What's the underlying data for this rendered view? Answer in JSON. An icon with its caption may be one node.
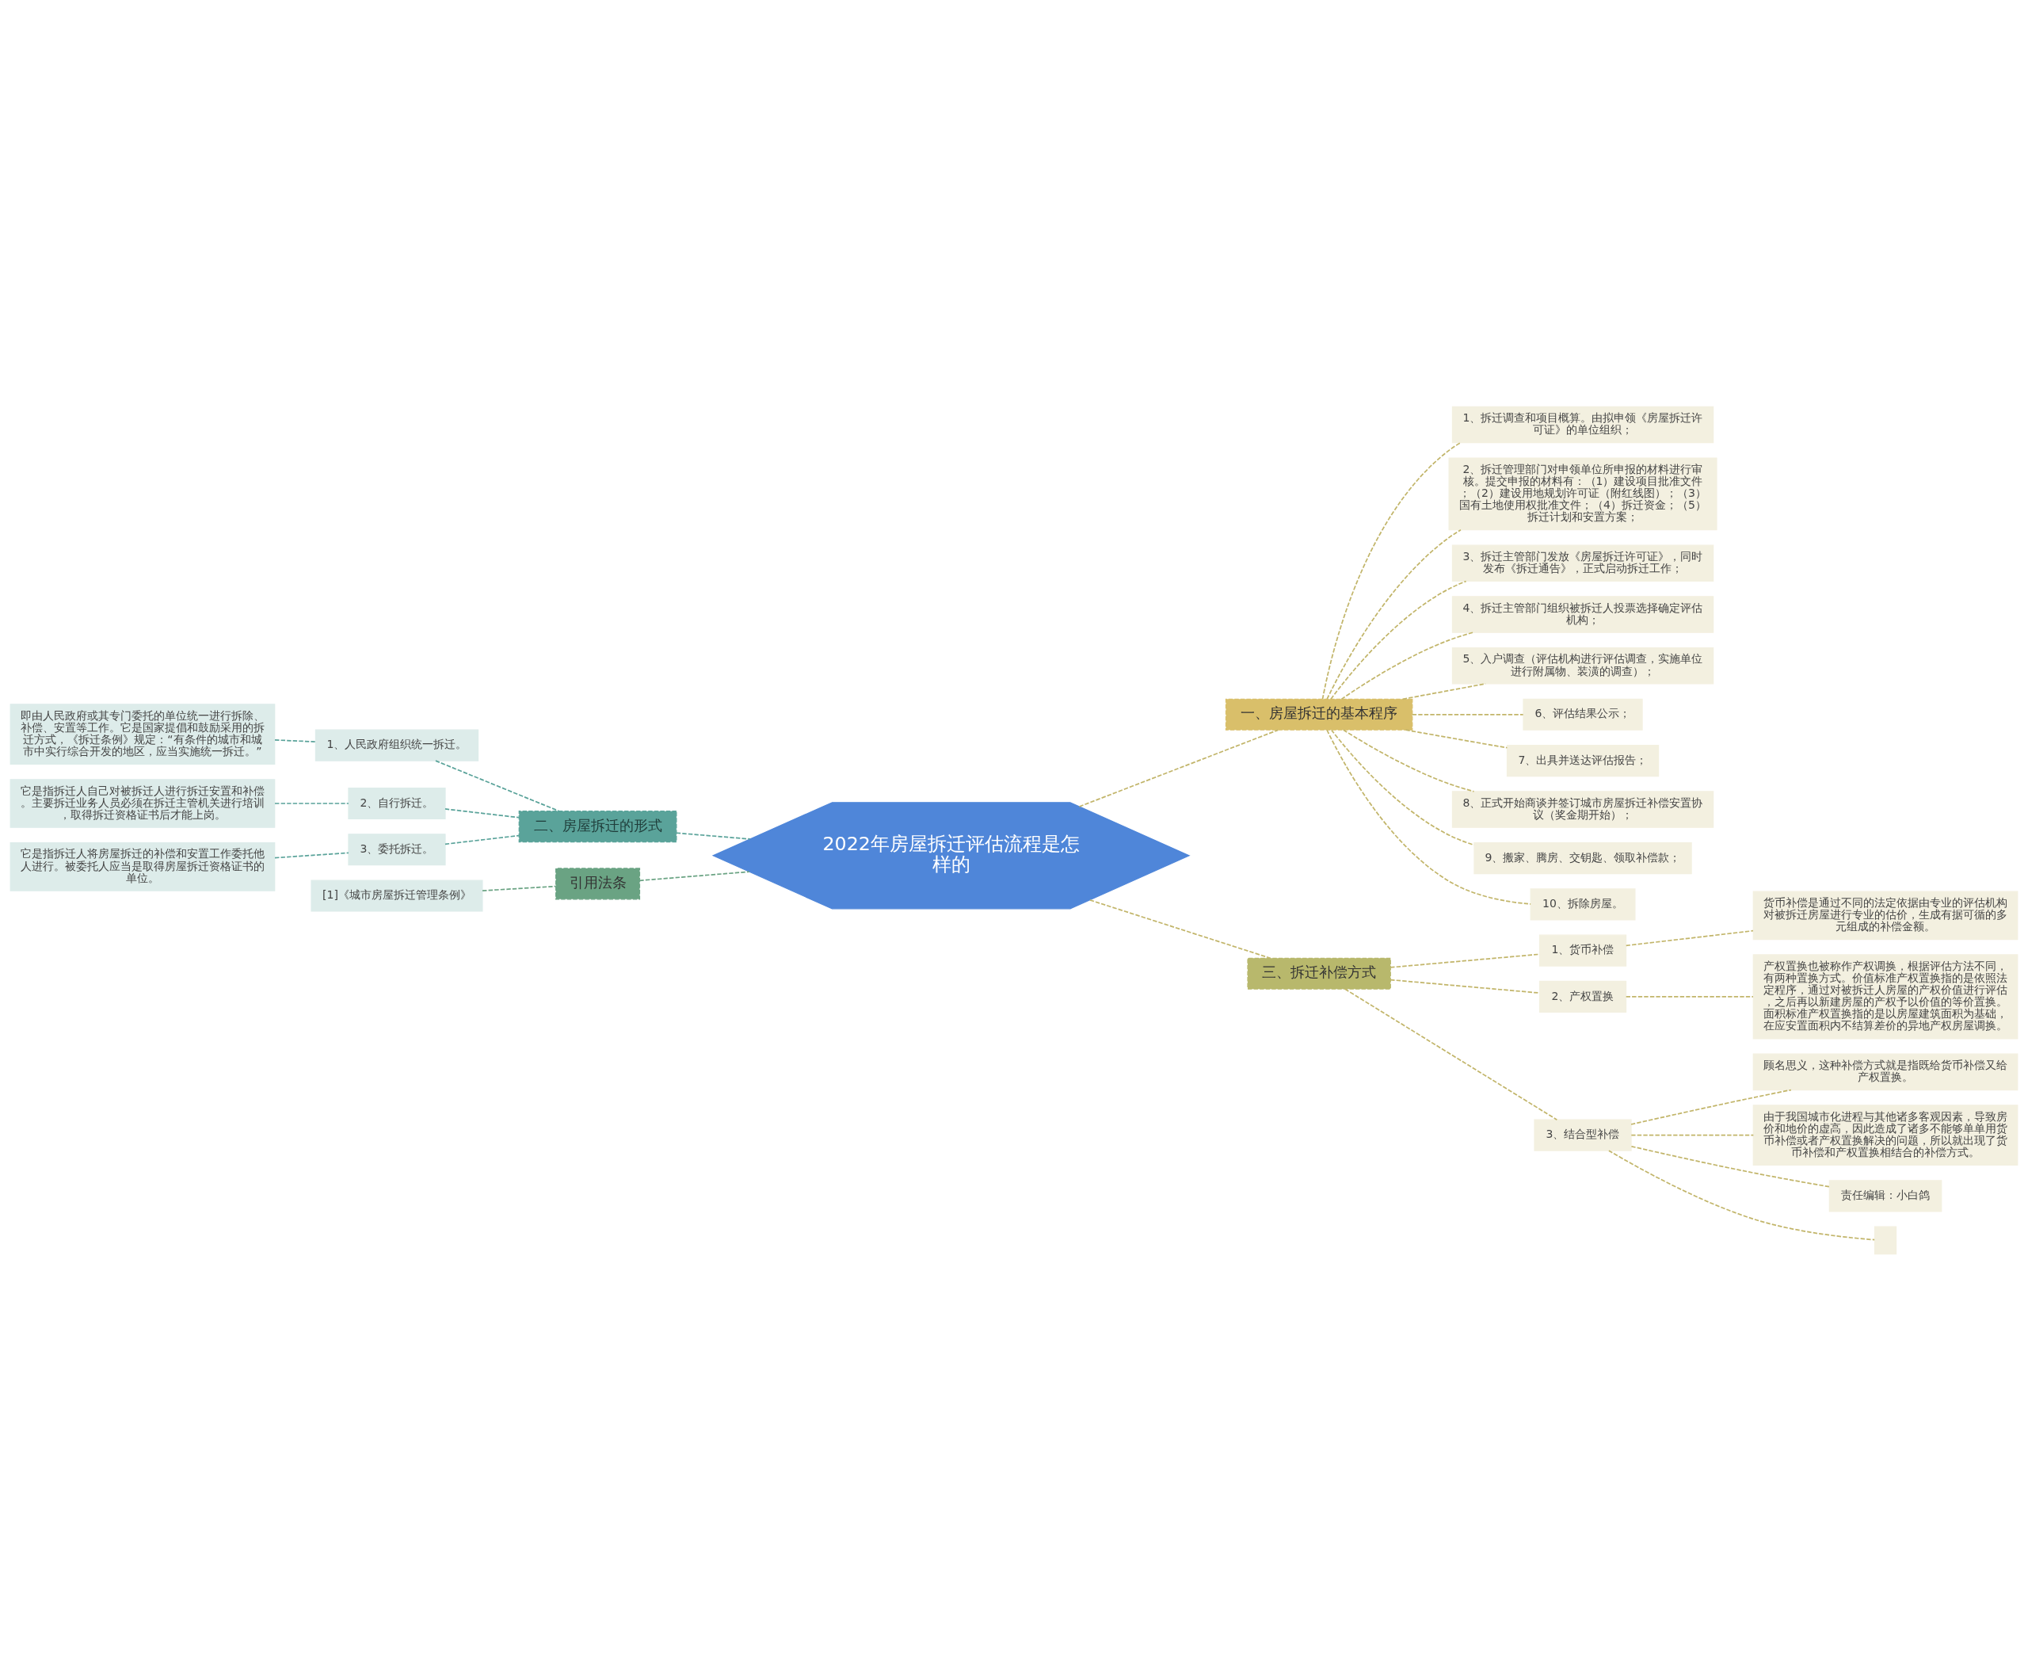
{
  "diagram": {
    "nodes": [
      {
        "text": [
          "2022年房屋拆迁评估流程是怎样的"
        ]
      },
      {
        "text": [
          "一、房屋拆迁的基本程序"
        ]
      },
      {
        "text": [
          "1、拆迁调查和项目概算。由拟申领《房屋拆迁许可证》的单位组织；"
        ]
      },
      {
        "text": [
          "2、拆迁管理部门对申领单位所申报的材料进行审核。提交申报的材料有：（1）建设项目批准文件；（2）建设用地规划许可证（附红线图）；（3）国有土地使用权批准文件；（4）拆迁资金；（5）拆迁计划和安置方案；"
        ]
      },
      {
        "text": [
          "3、拆迁主管部门发放《房屋拆迁许可证》，同时发布《拆迁通告》，正式启动拆迁工作；"
        ]
      },
      {
        "text": [
          "4、拆迁主管部门组织被拆迁人投票选择确定评估机构；"
        ]
      },
      {
        "text": [
          "5、入户调查（评估机构进行评估调查，实施单位进行附属物、装潢的调查）；"
        ]
      },
      {
        "text": [
          "6、评估结果公示；"
        ]
      },
      {
        "text": [
          "7、出具并送达评估报告；"
        ]
      },
      {
        "text": [
          "8、正式开始商谈并签订城市房屋拆迁补偿安置协议（奖金期开始）；"
        ]
      },
      {
        "text": [
          "9、搬家、腾房、交钥匙、领取补偿款；"
        ]
      },
      {
        "text": [
          "10、拆除房屋。"
        ]
      },
      {
        "text": [
          "二、房屋拆迁的形式"
        ]
      },
      {
        "text": [
          "1、人民政府组织统一拆迁。"
        ]
      },
      {
        "text": [
          "即由人民政府或其专门委托的单位统一进行拆除、补偿、安置等工作。它是国家提倡和鼓励采用的拆迁方式，《拆迁条例》规定：“有条件的城市和城市中实行综合开发的地区，应当实施统一拆迁。”"
        ]
      },
      {
        "text": [
          "2、自行拆迁。"
        ]
      },
      {
        "text": [
          "它是指拆迁人自己对被拆迁人进行拆迁安置和补偿。主要拆迁业务人员必须在拆迁主管机关进行培训，取得拆迁资格证书后才能上岗。"
        ]
      },
      {
        "text": [
          "3、委托拆迁。"
        ]
      },
      {
        "text": [
          "它是指拆迁人将房屋拆迁的补偿和安置工作委托他人进行。被委托人应当是取得房屋拆迁资格证书的单位。"
        ]
      },
      {
        "text": [
          "引用法条"
        ]
      },
      {
        "text": [
          "[1]《城市房屋拆迁管理条例》"
        ]
      },
      {
        "text": [
          "三、拆迁补偿方式"
        ]
      },
      {
        "text": [
          "1、货币补偿"
        ]
      },
      {
        "text": [
          "货币补偿是通过不同的法定依据由专业的评估机构对被拆迁房屋进行专业的估价，生成有据可循的多元组成的补偿金额。"
        ]
      },
      {
        "text": [
          "2、产权置换"
        ]
      },
      {
        "text": [
          "产权置换也被称作产权调换，根据评估方法不同，有两种置换方式。价值标准产权置换指的是依照法定程序，通过对被拆迁人房屋的产权价值进行评估，之后再以新建房屋的产权予以价值的等价置换。面积标准产权置换指的是以房屋建筑面积为基础，在应安置面积内不结算差价的异地产权房屋调换。"
        ]
      },
      {
        "text": [
          "3、结合型补偿"
        ]
      },
      {
        "text": [
          "顾名思义，这种补偿方式就是指既给货币补偿又给产权置换。"
        ]
      },
      {
        "text": [
          "由于我国城市化进程与其他诸多客观因素，导致房价和地价的虚高，因此造成了诸多不能够单单用货币补偿或者产权置换解决的问题，所以就出现了货币补偿和产权置换相结合的补偿方式。"
        ]
      },
      {
        "text": [
          "责任编辑：小白鸽"
        ]
      },
      {
        "text": [],
        "shape": "box"
      }
    ],
    "edges": [
      {
        "from": 0,
        "to": 1,
        "arrow": "none",
        "style": "dashed"
      },
      {
        "from": 1,
        "to": 2,
        "arrow": "none",
        "style": "dashed"
      },
      {
        "from": 1,
        "to": 3,
        "arrow": "none",
        "style": "dashed"
      },
      {
        "from": 1,
        "to": 4,
        "arrow": "none",
        "style": "dashed"
      },
      {
        "from": 1,
        "to": 5,
        "arrow": "none",
        "style": "dashed"
      },
      {
        "from": 1,
        "to": 6,
        "arrow": "none",
        "style": "dashed"
      },
      {
        "from": 1,
        "to": 7,
        "arrow": "none",
        "style": "dashed"
      },
      {
        "from": 1,
        "to": 8,
        "arrow": "none",
        "style": "dashed"
      },
      {
        "from": 1,
        "to": 9,
        "arrow": "none",
        "style": "dashed"
      },
      {
        "from": 1,
        "to": 10,
        "arrow": "none",
        "style": "dashed"
      },
      {
        "from": 1,
        "to": 11,
        "arrow": "none",
        "style": "dashed"
      },
      {
        "from": 0,
        "to": 12,
        "arrow": "none",
        "style": "dashed",
        "color": "#5aa39a"
      },
      {
        "from": 12,
        "to": 13,
        "arrow": "none",
        "style": "dashed",
        "color": "#5aa39a"
      },
      {
        "from": 13,
        "to": 14,
        "arrow": "none",
        "style": "dashed",
        "color": "#5aa39a"
      },
      {
        "from": 12,
        "to": 15,
        "arrow": "none",
        "style": "dashed",
        "color": "#5aa39a"
      },
      {
        "from": 15,
        "to": 16,
        "arrow": "none",
        "style": "dashed",
        "color": "#5aa39a"
      },
      {
        "from": 12,
        "to": 17,
        "arrow": "none",
        "style": "dashed",
        "color": "#5aa39a"
      },
      {
        "from": 17,
        "to": 18,
        "arrow": "none",
        "style": "dashed",
        "color": "#5aa39a"
      },
      {
        "from": 0,
        "to": 19,
        "arrow": "none",
        "style": "dashed",
        "color": "#6aa383"
      },
      {
        "from": 19,
        "to": 20,
        "arrow": "none",
        "style": "dashed",
        "color": "#6aa383"
      },
      {
        "from": 0,
        "to": 21,
        "arrow": "none",
        "style": "dashed"
      },
      {
        "from": 21,
        "to": 22,
        "arrow": "none",
        "style": "dashed"
      },
      {
        "from": 22,
        "to": 23,
        "arrow": "none",
        "style": "dashed"
      },
      {
        "from": 21,
        "to": 24,
        "arrow": "none",
        "style": "dashed"
      },
      {
        "from": 24,
        "to": 25,
        "arrow": "none",
        "style": "dashed"
      },
      {
        "from": 21,
        "to": 26,
        "arrow": "none",
        "style": "dashed"
      },
      {
        "from": 26,
        "to": 27,
        "arrow": "none",
        "style": "dashed"
      },
      {
        "from": 26,
        "to": 28,
        "arrow": "none",
        "style": "dashed"
      },
      {
        "from": 26,
        "to": 29,
        "arrow": "none",
        "style": "dashed"
      },
      {
        "from": 26,
        "to": 30,
        "arrow": "none",
        "style": "dashed"
      }
    ]
  }
}
